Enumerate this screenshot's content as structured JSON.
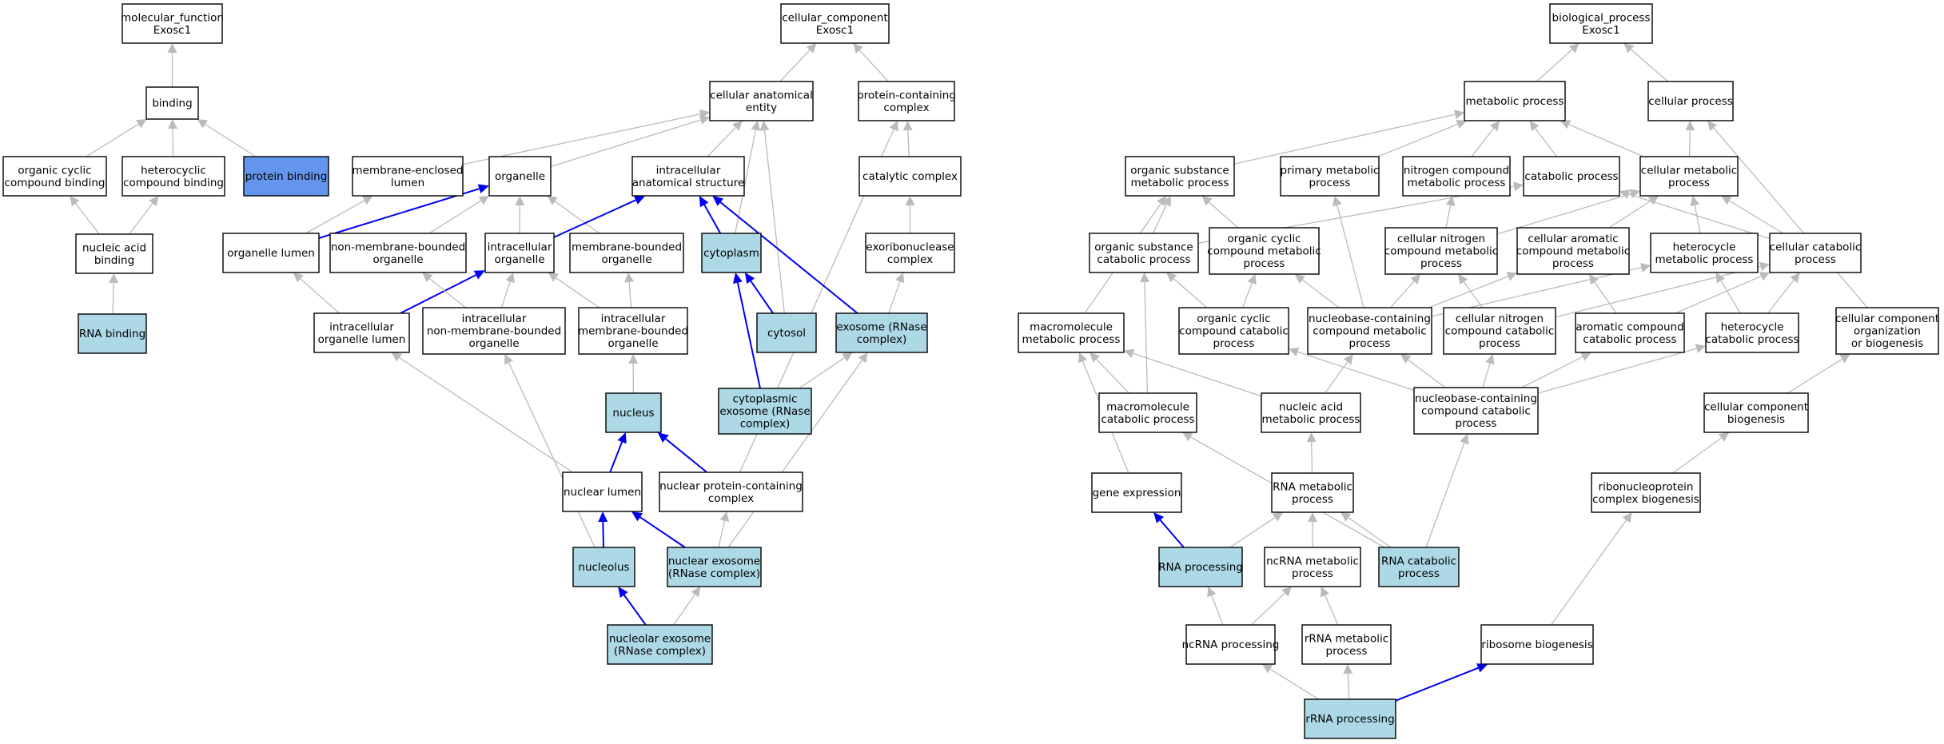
{
  "colors": {
    "normal_fill": "#ffffff",
    "annotated_fill": "#add8e6",
    "query_fill": "#6495ed",
    "relation_edge": "#bbbbbb",
    "path_edge": "#0000ee"
  },
  "nodes": {
    "mf_root": {
      "label": [
        "molecular_function",
        "Exosc1"
      ],
      "style": "normal"
    },
    "binding": {
      "label": [
        "binding"
      ],
      "style": "normal"
    },
    "organic_cyclic_compound_binding": {
      "label": [
        "organic cyclic",
        "compound binding"
      ],
      "style": "normal"
    },
    "heterocyclic_compound_binding": {
      "label": [
        "heterocyclic",
        "compound binding"
      ],
      "style": "normal"
    },
    "protein_binding": {
      "label": [
        "protein binding"
      ],
      "style": "query"
    },
    "nucleic_acid_binding": {
      "label": [
        "nucleic acid",
        "binding"
      ],
      "style": "normal"
    },
    "rna_binding": {
      "label": [
        "RNA binding"
      ],
      "style": "annotated"
    },
    "cc_root": {
      "label": [
        "cellular_component",
        "Exosc1"
      ],
      "style": "normal"
    },
    "cellular_anatomical_entity": {
      "label": [
        "cellular anatomical",
        "entity"
      ],
      "style": "normal"
    },
    "protein_containing_complex": {
      "label": [
        "protein-containing",
        "complex"
      ],
      "style": "normal"
    },
    "membrane_enclosed_lumen": {
      "label": [
        "membrane-enclosed",
        "lumen"
      ],
      "style": "normal"
    },
    "organelle": {
      "label": [
        "organelle"
      ],
      "style": "normal"
    },
    "intracellular_anatomical_structure": {
      "label": [
        "intracellular",
        "anatomical structure"
      ],
      "style": "normal"
    },
    "catalytic_complex": {
      "label": [
        "catalytic complex"
      ],
      "style": "normal"
    },
    "organelle_lumen": {
      "label": [
        "organelle lumen"
      ],
      "style": "normal"
    },
    "non_membrane_bounded_organelle": {
      "label": [
        "non-membrane-bounded",
        "organelle"
      ],
      "style": "normal"
    },
    "intracellular_organelle": {
      "label": [
        "intracellular",
        "organelle"
      ],
      "style": "normal"
    },
    "membrane_bounded_organelle": {
      "label": [
        "membrane-bounded",
        "organelle"
      ],
      "style": "normal"
    },
    "cytoplasm": {
      "label": [
        "cytoplasm"
      ],
      "style": "annotated"
    },
    "exoribonuclease_complex": {
      "label": [
        "exoribonuclease",
        "complex"
      ],
      "style": "normal"
    },
    "intracellular_organelle_lumen": {
      "label": [
        "intracellular",
        "organelle lumen"
      ],
      "style": "normal"
    },
    "intracellular_non_membrane_bounded_organelle": {
      "label": [
        "intracellular",
        "non-membrane-bounded",
        "organelle"
      ],
      "style": "normal"
    },
    "intracellular_membrane_bounded_organelle": {
      "label": [
        "intracellular",
        "membrane-bounded",
        "organelle"
      ],
      "style": "normal"
    },
    "cytosol": {
      "label": [
        "cytosol"
      ],
      "style": "annotated"
    },
    "exosome_rnase_complex": {
      "label": [
        "exosome (RNase",
        "complex)"
      ],
      "style": "annotated"
    },
    "nucleus": {
      "label": [
        "nucleus"
      ],
      "style": "annotated"
    },
    "cytoplasmic_exosome": {
      "label": [
        "cytoplasmic",
        "exosome (RNase",
        "complex)"
      ],
      "style": "annotated"
    },
    "nuclear_lumen": {
      "label": [
        "nuclear lumen"
      ],
      "style": "normal"
    },
    "nuclear_protein_containing_complex": {
      "label": [
        "nuclear protein-containing",
        "complex"
      ],
      "style": "normal"
    },
    "nucleolus": {
      "label": [
        "nucleolus"
      ],
      "style": "annotated"
    },
    "nuclear_exosome": {
      "label": [
        "nuclear exosome",
        "(RNase complex)"
      ],
      "style": "annotated"
    },
    "nucleolar_exosome": {
      "label": [
        "nucleolar exosome",
        "(RNase complex)"
      ],
      "style": "annotated"
    },
    "bp_root": {
      "label": [
        "biological_process",
        "Exosc1"
      ],
      "style": "normal"
    },
    "metabolic_process": {
      "label": [
        "metabolic process"
      ],
      "style": "normal"
    },
    "cellular_process": {
      "label": [
        "cellular process"
      ],
      "style": "normal"
    },
    "organic_substance_metabolic_process": {
      "label": [
        "organic substance",
        "metabolic process"
      ],
      "style": "normal"
    },
    "primary_metabolic_process": {
      "label": [
        "primary metabolic",
        "process"
      ],
      "style": "normal"
    },
    "nitrogen_compound_metabolic_process": {
      "label": [
        "nitrogen compound",
        "metabolic process"
      ],
      "style": "normal"
    },
    "catabolic_process": {
      "label": [
        "catabolic process"
      ],
      "style": "normal"
    },
    "cellular_metabolic_process": {
      "label": [
        "cellular metabolic",
        "process"
      ],
      "style": "normal"
    },
    "organic_substance_catabolic_process": {
      "label": [
        "organic substance",
        "catabolic process"
      ],
      "style": "normal"
    },
    "organic_cyclic_compound_metabolic_process": {
      "label": [
        "organic cyclic",
        "compound metabolic",
        "process"
      ],
      "style": "normal"
    },
    "cellular_nitrogen_compound_metabolic_process": {
      "label": [
        "cellular nitrogen",
        "compound metabolic",
        "process"
      ],
      "style": "normal"
    },
    "cellular_aromatic_compound_metabolic_process": {
      "label": [
        "cellular aromatic",
        "compound metabolic",
        "process"
      ],
      "style": "normal"
    },
    "heterocycle_metabolic_process": {
      "label": [
        "heterocycle",
        "metabolic process"
      ],
      "style": "normal"
    },
    "cellular_catabolic_process": {
      "label": [
        "cellular catabolic",
        "process"
      ],
      "style": "normal"
    },
    "macromolecule_metabolic_process": {
      "label": [
        "macromolecule",
        "metabolic process"
      ],
      "style": "normal"
    },
    "organic_cyclic_compound_catabolic_process": {
      "label": [
        "organic cyclic",
        "compound catabolic",
        "process"
      ],
      "style": "normal"
    },
    "nucleobase_containing_compound_metabolic_process": {
      "label": [
        "nucleobase-containing",
        "compound metabolic",
        "process"
      ],
      "style": "normal"
    },
    "cellular_nitrogen_compound_catabolic_process": {
      "label": [
        "cellular nitrogen",
        "compound catabolic",
        "process"
      ],
      "style": "normal"
    },
    "aromatic_compound_catabolic_process": {
      "label": [
        "aromatic compound",
        "catabolic process"
      ],
      "style": "normal"
    },
    "heterocycle_catabolic_process": {
      "label": [
        "heterocycle",
        "catabolic process"
      ],
      "style": "normal"
    },
    "cellular_component_organization_or_biogenesis": {
      "label": [
        "cellular component",
        "organization",
        "or biogenesis"
      ],
      "style": "normal"
    },
    "macromolecule_catabolic_process": {
      "label": [
        "macromolecule",
        "catabolic process"
      ],
      "style": "normal"
    },
    "nucleic_acid_metabolic_process": {
      "label": [
        "nucleic acid",
        "metabolic process"
      ],
      "style": "normal"
    },
    "nucleobase_containing_compound_catabolic_process": {
      "label": [
        "nucleobase-containing",
        "compound catabolic",
        "process"
      ],
      "style": "normal"
    },
    "cellular_component_biogenesis": {
      "label": [
        "cellular component",
        "biogenesis"
      ],
      "style": "normal"
    },
    "gene_expression": {
      "label": [
        "gene expression"
      ],
      "style": "normal"
    },
    "rna_metabolic_process": {
      "label": [
        "RNA metabolic",
        "process"
      ],
      "style": "normal"
    },
    "ribonucleoprotein_complex_biogenesis": {
      "label": [
        "ribonucleoprotein",
        "complex biogenesis"
      ],
      "style": "normal"
    },
    "rna_processing": {
      "label": [
        "RNA processing"
      ],
      "style": "annotated"
    },
    "ncrna_metabolic_process": {
      "label": [
        "ncRNA metabolic",
        "process"
      ],
      "style": "normal"
    },
    "rna_catabolic_process": {
      "label": [
        "RNA catabolic",
        "process"
      ],
      "style": "annotated"
    },
    "ncrna_processing": {
      "label": [
        "ncRNA processing"
      ],
      "style": "normal"
    },
    "rrna_metabolic_process": {
      "label": [
        "rRNA metabolic",
        "process"
      ],
      "style": "normal"
    },
    "ribosome_biogenesis": {
      "label": [
        "ribosome biogenesis"
      ],
      "style": "normal"
    },
    "rrna_processing": {
      "label": [
        "rRNA processing"
      ],
      "style": "annotated"
    }
  },
  "edges": [
    [
      "binding",
      "mf_root",
      "gray"
    ],
    [
      "organic_cyclic_compound_binding",
      "binding",
      "gray"
    ],
    [
      "heterocyclic_compound_binding",
      "binding",
      "gray"
    ],
    [
      "protein_binding",
      "binding",
      "gray"
    ],
    [
      "nucleic_acid_binding",
      "organic_cyclic_compound_binding",
      "gray"
    ],
    [
      "nucleic_acid_binding",
      "heterocyclic_compound_binding",
      "gray"
    ],
    [
      "rna_binding",
      "nucleic_acid_binding",
      "gray"
    ],
    [
      "cellular_anatomical_entity",
      "cc_root",
      "gray"
    ],
    [
      "protein_containing_complex",
      "cc_root",
      "gray"
    ],
    [
      "membrane_enclosed_lumen",
      "cellular_anatomical_entity",
      "gray"
    ],
    [
      "organelle",
      "cellular_anatomical_entity",
      "gray"
    ],
    [
      "intracellular_anatomical_structure",
      "cellular_anatomical_entity",
      "gray"
    ],
    [
      "cytoplasm",
      "cellular_anatomical_entity",
      "gray"
    ],
    [
      "cytosol",
      "cellular_anatomical_entity",
      "gray"
    ],
    [
      "catalytic_complex",
      "protein_containing_complex",
      "gray"
    ],
    [
      "nuclear_protein_containing_complex",
      "protein_containing_complex",
      "gray"
    ],
    [
      "organelle_lumen",
      "membrane_enclosed_lumen",
      "gray"
    ],
    [
      "organelle_lumen",
      "organelle",
      "blue"
    ],
    [
      "non_membrane_bounded_organelle",
      "organelle",
      "gray"
    ],
    [
      "intracellular_organelle",
      "organelle",
      "gray"
    ],
    [
      "membrane_bounded_organelle",
      "organelle",
      "gray"
    ],
    [
      "intracellular_organelle",
      "intracellular_anatomical_structure",
      "blue"
    ],
    [
      "cytoplasm",
      "intracellular_anatomical_structure",
      "blue"
    ],
    [
      "exosome_rnase_complex",
      "intracellular_anatomical_structure",
      "blue"
    ],
    [
      "exoribonuclease_complex",
      "catalytic_complex",
      "gray"
    ],
    [
      "intracellular_organelle_lumen",
      "organelle_lumen",
      "gray"
    ],
    [
      "intracellular_organelle_lumen",
      "intracellular_organelle",
      "blue"
    ],
    [
      "intracellular_non_membrane_bounded_organelle",
      "non_membrane_bounded_organelle",
      "gray"
    ],
    [
      "intracellular_non_membrane_bounded_organelle",
      "intracellular_organelle",
      "gray"
    ],
    [
      "intracellular_membrane_bounded_organelle",
      "intracellular_organelle",
      "gray"
    ],
    [
      "intracellular_membrane_bounded_organelle",
      "membrane_bounded_organelle",
      "gray"
    ],
    [
      "cytosol",
      "cytoplasm",
      "blue"
    ],
    [
      "cytoplasmic_exosome",
      "cytoplasm",
      "blue"
    ],
    [
      "exosome_rnase_complex",
      "exoribonuclease_complex",
      "gray"
    ],
    [
      "nucleus",
      "intracellular_membrane_bounded_organelle",
      "gray"
    ],
    [
      "cytoplasmic_exosome",
      "exosome_rnase_complex",
      "gray"
    ],
    [
      "nuclear_lumen",
      "nucleus",
      "blue"
    ],
    [
      "nuclear_protein_containing_complex",
      "nucleus",
      "blue"
    ],
    [
      "nuclear_lumen",
      "intracellular_organelle_lumen",
      "gray"
    ],
    [
      "nucleolus",
      "nuclear_lumen",
      "blue"
    ],
    [
      "nucleolus",
      "intracellular_non_membrane_bounded_organelle",
      "gray"
    ],
    [
      "nuclear_exosome",
      "nuclear_lumen",
      "blue"
    ],
    [
      "nuclear_exosome",
      "nuclear_protein_containing_complex",
      "gray"
    ],
    [
      "nuclear_exosome",
      "exosome_rnase_complex",
      "gray"
    ],
    [
      "nucleolar_exosome",
      "nucleolus",
      "blue"
    ],
    [
      "nucleolar_exosome",
      "nuclear_exosome",
      "gray"
    ],
    [
      "metabolic_process",
      "bp_root",
      "gray"
    ],
    [
      "cellular_process",
      "bp_root",
      "gray"
    ],
    [
      "organic_substance_metabolic_process",
      "metabolic_process",
      "gray"
    ],
    [
      "primary_metabolic_process",
      "metabolic_process",
      "gray"
    ],
    [
      "nitrogen_compound_metabolic_process",
      "metabolic_process",
      "gray"
    ],
    [
      "catabolic_process",
      "metabolic_process",
      "gray"
    ],
    [
      "cellular_metabolic_process",
      "metabolic_process",
      "gray"
    ],
    [
      "cellular_metabolic_process",
      "cellular_process",
      "gray"
    ],
    [
      "organic_substance_catabolic_process",
      "organic_substance_metabolic_process",
      "gray"
    ],
    [
      "organic_substance_catabolic_process",
      "catabolic_process",
      "gray"
    ],
    [
      "organic_cyclic_compound_metabolic_process",
      "organic_substance_metabolic_process",
      "gray"
    ],
    [
      "cellular_nitrogen_compound_metabolic_process",
      "nitrogen_compound_metabolic_process",
      "gray"
    ],
    [
      "cellular_nitrogen_compound_metabolic_process",
      "cellular_metabolic_process",
      "gray"
    ],
    [
      "cellular_aromatic_compound_metabolic_process",
      "cellular_metabolic_process",
      "gray"
    ],
    [
      "heterocycle_metabolic_process",
      "cellular_metabolic_process",
      "gray"
    ],
    [
      "cellular_catabolic_process",
      "cellular_metabolic_process",
      "gray"
    ],
    [
      "cellular_catabolic_process",
      "catabolic_process",
      "gray"
    ],
    [
      "macromolecule_metabolic_process",
      "organic_substance_metabolic_process",
      "gray"
    ],
    [
      "organic_cyclic_compound_catabolic_process",
      "organic_substance_catabolic_process",
      "gray"
    ],
    [
      "organic_cyclic_compound_catabolic_process",
      "organic_cyclic_compound_metabolic_process",
      "gray"
    ],
    [
      "nucleobase_containing_compound_metabolic_process",
      "organic_cyclic_compound_metabolic_process",
      "gray"
    ],
    [
      "nucleobase_containing_compound_metabolic_process",
      "primary_metabolic_process",
      "gray"
    ],
    [
      "nucleobase_containing_compound_metabolic_process",
      "cellular_nitrogen_compound_metabolic_process",
      "gray"
    ],
    [
      "nucleobase_containing_compound_metabolic_process",
      "cellular_aromatic_compound_metabolic_process",
      "gray"
    ],
    [
      "nucleobase_containing_compound_metabolic_process",
      "heterocycle_metabolic_process",
      "gray"
    ],
    [
      "cellular_nitrogen_compound_catabolic_process",
      "cellular_nitrogen_compound_metabolic_process",
      "gray"
    ],
    [
      "cellular_nitrogen_compound_catabolic_process",
      "cellular_catabolic_process",
      "gray"
    ],
    [
      "aromatic_compound_catabolic_process",
      "cellular_aromatic_compound_metabolic_process",
      "gray"
    ],
    [
      "aromatic_compound_catabolic_process",
      "cellular_catabolic_process",
      "gray"
    ],
    [
      "heterocycle_catabolic_process",
      "heterocycle_metabolic_process",
      "gray"
    ],
    [
      "heterocycle_catabolic_process",
      "cellular_catabolic_process",
      "gray"
    ],
    [
      "cellular_component_organization_or_biogenesis",
      "cellular_process",
      "gray"
    ],
    [
      "macromolecule_catabolic_process",
      "macromolecule_metabolic_process",
      "gray"
    ],
    [
      "macromolecule_catabolic_process",
      "organic_substance_catabolic_process",
      "gray"
    ],
    [
      "nucleic_acid_metabolic_process",
      "macromolecule_metabolic_process",
      "gray"
    ],
    [
      "nucleic_acid_metabolic_process",
      "nucleobase_containing_compound_metabolic_process",
      "gray"
    ],
    [
      "nucleobase_containing_compound_catabolic_process",
      "organic_cyclic_compound_catabolic_process",
      "gray"
    ],
    [
      "nucleobase_containing_compound_catabolic_process",
      "nucleobase_containing_compound_metabolic_process",
      "gray"
    ],
    [
      "nucleobase_containing_compound_catabolic_process",
      "cellular_nitrogen_compound_catabolic_process",
      "gray"
    ],
    [
      "nucleobase_containing_compound_catabolic_process",
      "aromatic_compound_catabolic_process",
      "gray"
    ],
    [
      "nucleobase_containing_compound_catabolic_process",
      "heterocycle_catabolic_process",
      "gray"
    ],
    [
      "cellular_component_biogenesis",
      "cellular_component_organization_or_biogenesis",
      "gray"
    ],
    [
      "gene_expression",
      "macromolecule_metabolic_process",
      "gray"
    ],
    [
      "rna_metabolic_process",
      "nucleic_acid_metabolic_process",
      "gray"
    ],
    [
      "ribonucleoprotein_complex_biogenesis",
      "cellular_component_biogenesis",
      "gray"
    ],
    [
      "rna_processing",
      "gene_expression",
      "blue"
    ],
    [
      "rna_processing",
      "rna_metabolic_process",
      "gray"
    ],
    [
      "ncrna_metabolic_process",
      "rna_metabolic_process",
      "gray"
    ],
    [
      "rna_catabolic_process",
      "rna_metabolic_process",
      "gray"
    ],
    [
      "rna_catabolic_process",
      "macromolecule_catabolic_process",
      "gray"
    ],
    [
      "rna_catabolic_process",
      "nucleobase_containing_compound_catabolic_process",
      "gray"
    ],
    [
      "ncrna_processing",
      "rna_processing",
      "gray"
    ],
    [
      "ncrna_processing",
      "ncrna_metabolic_process",
      "gray"
    ],
    [
      "rrna_metabolic_process",
      "ncrna_metabolic_process",
      "gray"
    ],
    [
      "ribosome_biogenesis",
      "ribonucleoprotein_complex_biogenesis",
      "gray"
    ],
    [
      "rrna_processing",
      "ncrna_processing",
      "gray"
    ],
    [
      "rrna_processing",
      "rrna_metabolic_process",
      "gray"
    ],
    [
      "rrna_processing",
      "ribosome_biogenesis",
      "blue"
    ]
  ]
}
